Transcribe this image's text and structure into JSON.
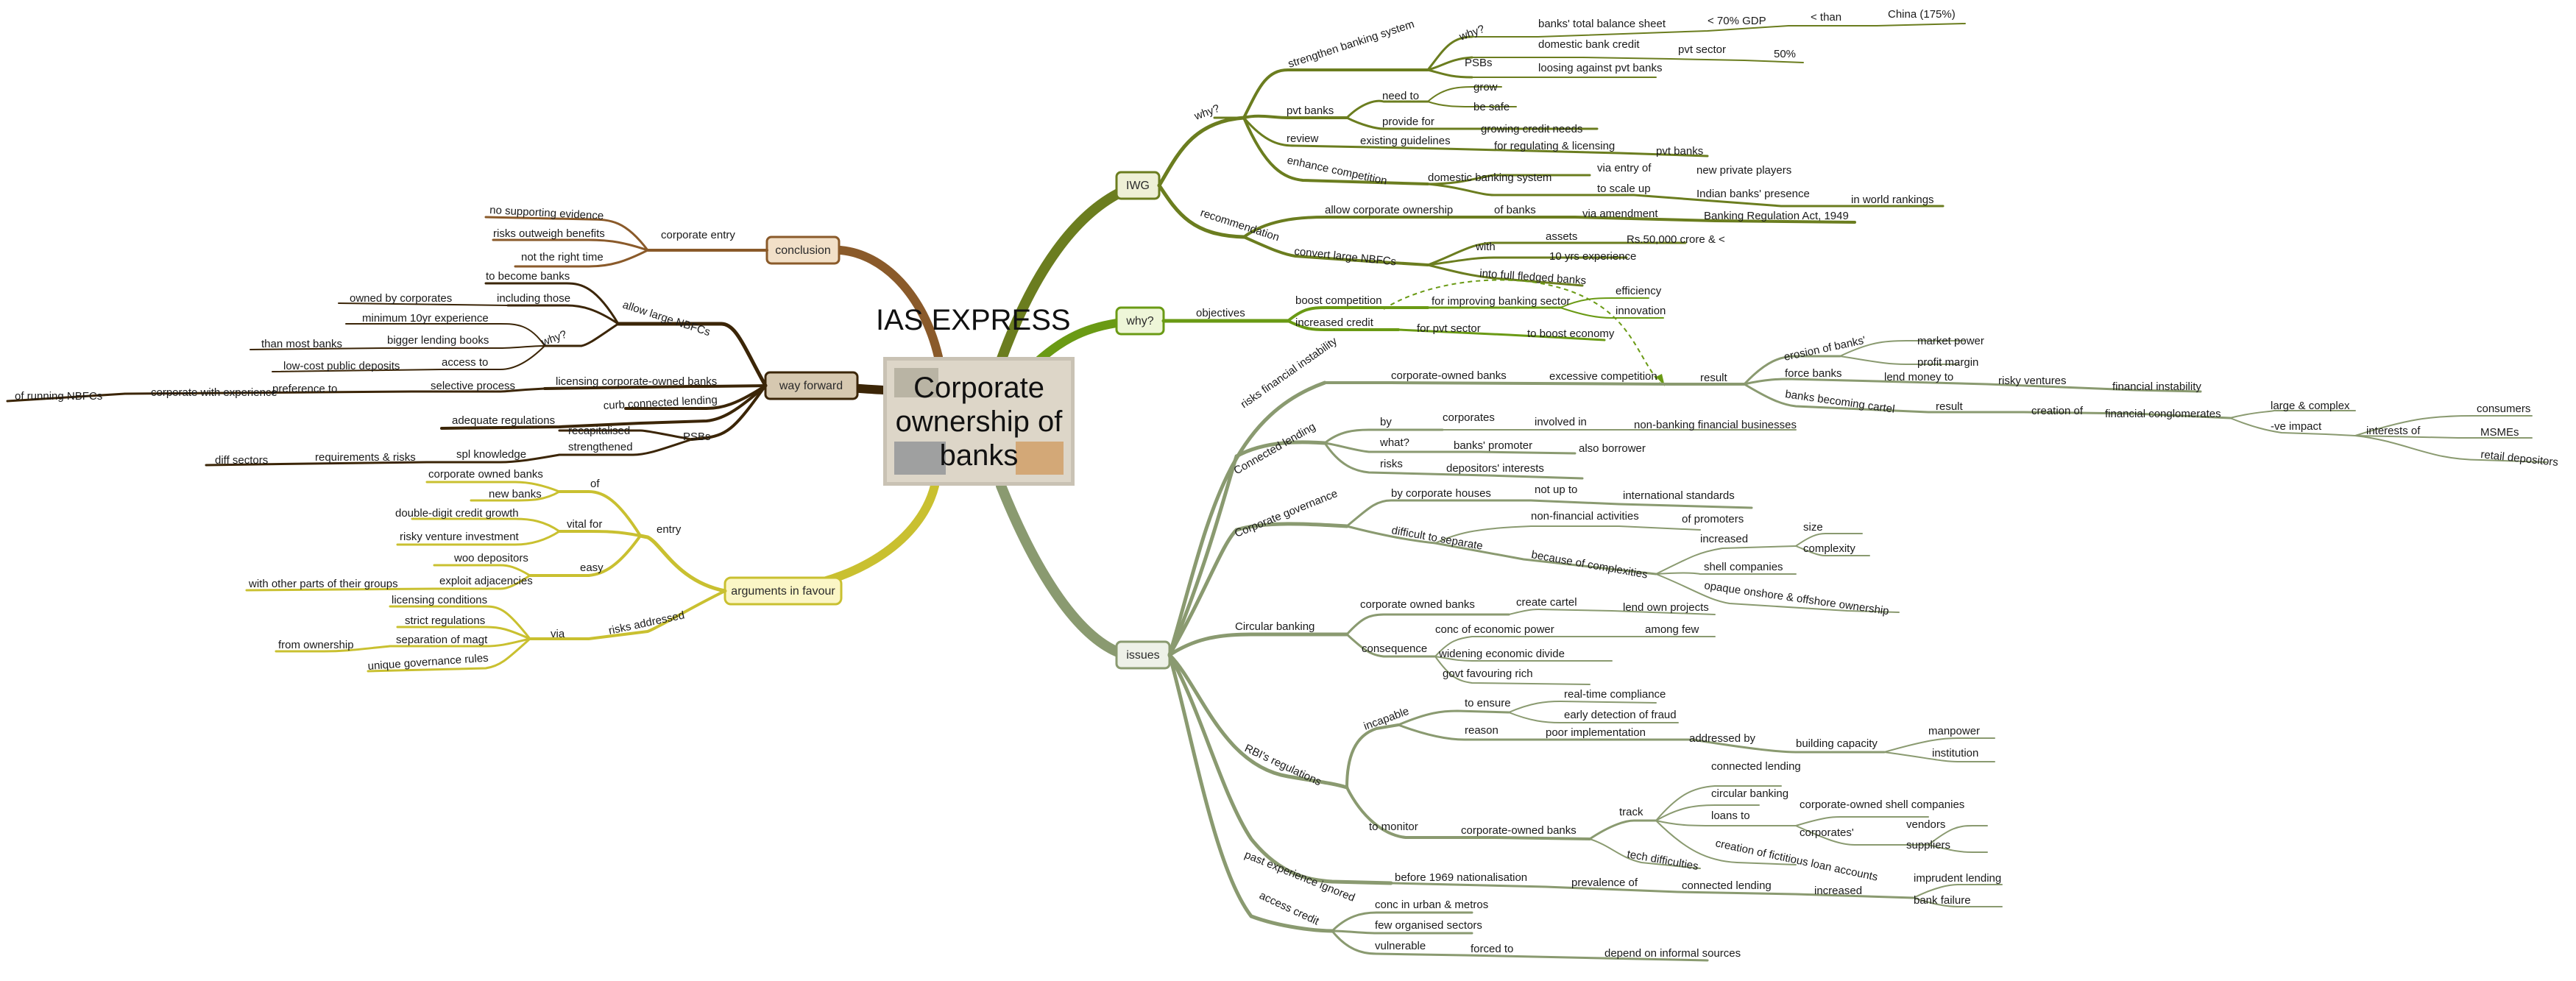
{
  "site_title": "IAS EXPRESS",
  "central": {
    "lines": [
      "Corporate",
      "ownership of",
      "banks"
    ]
  },
  "colors": {
    "iwg": "#6b7d1f",
    "why": "#6a9a14",
    "issues": "#8a9a70",
    "args": "#c9c030",
    "way": "#3b2507",
    "conc": "#8a5a2a",
    "conc_fill": "#f2e0c8",
    "way_fill": "#d6c8b0",
    "args_fill": "#fbf6c6",
    "iwg_fill": "#eef0d6",
    "why_fill": "#eef6d8",
    "issues_fill": "#eef1e8"
  },
  "topics": {
    "iwg": "IWG",
    "why": "why?",
    "issues": "issues",
    "args": "arguments in favour",
    "way": "way forward",
    "conc": "conclusion"
  },
  "labels": {
    "iwg_why": "why?",
    "strengthen": "strengthen banking system",
    "why2": "why?",
    "balance_sheet": "banks' total balance sheet",
    "gdp": "< 70% GDP",
    "lt": "< than",
    "china": "China (175%)",
    "dom_credit": "domestic bank credit",
    "pvt_sector": "pvt sector",
    "fifty": "50%",
    "psbs": "PSBs",
    "loosing": "loosing against pvt banks",
    "pvt_banks": "pvt banks",
    "need_to": "need to",
    "grow": "grow",
    "be_safe": "be safe",
    "provide_for": "provide for",
    "growing_credit": "growing credit needs",
    "review": "review",
    "existing": "existing guidelines",
    "reg_lic": "for regulating & licensing",
    "pvt_banks2": "pvt banks",
    "enhance": "enhance competition",
    "dom_bank_sys": "domestic banking system",
    "via_entry": "via entry of",
    "new_private": "new private players",
    "to_scale": "to scale up",
    "presence": "Indian banks' presence",
    "world": "in world rankings",
    "recommendation": "recommendation",
    "allow_corp": "allow corporate ownership",
    "of_banks": "of banks",
    "via_amend": "via amendment",
    "br_act": "Banking Regulation Act, 1949",
    "convert": "convert large NBFCs",
    "with": "with",
    "assets": "assets",
    "rs50": "Rs.50,000 crore & <",
    "ten_yrs": "10 yrs experience",
    "into_full": "into full fledged banks",
    "objectives": "objectives",
    "boost_comp": "boost competition",
    "improving": "for improving banking sector",
    "efficiency": "efficiency",
    "innovation": "innovation",
    "inc_credit": "increased credit",
    "for_pvt": "for pvt sector",
    "boost_economy": "to boost economy",
    "risks_fin": "risks financial instability",
    "corp_owned": "corporate-owned banks",
    "excess_comp": "excessive competition",
    "result": "result",
    "erosion": "erosion of banks'",
    "market_power": "market power",
    "profit_margin": "profit margin",
    "force_banks": "force banks",
    "lend_money": "lend money to",
    "risky_ventures": "risky ventures",
    "fin_instab": "financial instability",
    "cartel": "banks becoming cartel",
    "result2": "result",
    "creation_of": "creation of",
    "fin_conglom": "financial conglomerates",
    "large_complex": "large & complex",
    "neg_impact": "-ve impact",
    "interests_of": "interests of",
    "consumers": "consumers",
    "msmes": "MSMEs",
    "retail_dep": "retail depositors",
    "connected": "Connected lending",
    "by": "by",
    "corporates": "corporates",
    "involved_in": "involved in",
    "non_banking": "non-banking financial businesses",
    "what": "what?",
    "promoter": "banks' promoter",
    "also_borrower": "also borrower",
    "risks": "risks",
    "dep_interests": "depositors' interests",
    "corp_gov": "Corporate governance",
    "by_corp_houses": "by corporate houses",
    "not_up_to": "not up to",
    "intl_std": "international standards",
    "difficult": "difficult to separate",
    "non_fin": "non-financial activities",
    "of_promoters": "of promoters",
    "because": "because of complexities",
    "increased": "increased",
    "size": "size",
    "complexity": "complexity",
    "shell": "shell companies",
    "opaque": "opaque onshore & offshore ownership",
    "circular": "Circular banking",
    "corp_owned_banks": "corporate owned banks",
    "create_cartel": "create cartel",
    "lend_own": "lend own projects",
    "consequence": "consequence",
    "conc_power": "conc of economic power",
    "among_few": "among few",
    "widening": "widening economic divide",
    "govt_fav": "govt favouring rich",
    "rbi_reg": "RBI's regulations",
    "incapable": "incapable",
    "to_ensure": "to ensure",
    "realtime": "real-time compliance",
    "early_det": "early detection of fraud",
    "reason": "reason",
    "poor_impl": "poor implementation",
    "addressed_by": "addressed by",
    "building_cap": "building capacity",
    "manpower": "manpower",
    "institution": "institution",
    "to_monitor": "to monitor",
    "corp_owned_b2": "corporate-owned banks",
    "track": "track",
    "conn_lending": "connected lending",
    "circ_banking": "circular banking",
    "loans_to": "loans to",
    "corp_shell": "corporate-owned shell companies",
    "corporates2": "corporates'",
    "vendors": "vendors",
    "suppliers": "suppliers",
    "fictitious": "creation of fictitious loan accounts",
    "tech_diff": "tech difficulties",
    "past_exp": "past experience ignored",
    "before_1969": "before 1969 nationalisation",
    "prevalence": "prevalence of",
    "conn_lending2": "connected lending",
    "increased2": "increased",
    "imprudent": "imprudent lending",
    "bank_failure": "bank failure",
    "access_credit": "access credit",
    "conc_urban": "conc in urban & metros",
    "few_org": "few organised sectors",
    "vulnerable": "vulnerable",
    "forced_to": "forced to",
    "informal": "depend on informal sources",
    "corp_entry": "corporate entry",
    "no_support": "no supporting evidence",
    "risks_outweigh": "risks outweigh benefits",
    "not_right": "not the right time",
    "allow_large": "allow large NBFCs",
    "to_become": "to become banks",
    "incl_those": "including those",
    "owned_by": "owned by corporates",
    "why_w": "why?",
    "min_10yr": "minimum 10yr experience",
    "bigger_books": "bigger lending books",
    "than_most": "than most banks",
    "access_to": "access to",
    "low_cost": "low-cost public deposits",
    "licensing": "licensing corporate-owned banks",
    "selective": "selective process",
    "preference": "preference to",
    "corp_exp": "corporate with experience",
    "running": "of running NBFCs",
    "curb": "curb connected lending",
    "adequate": "adequate regulations",
    "psbs_w": "PSBs",
    "recap": "recapitalised",
    "strengthened": "strengthened",
    "spl_knowledge": "spl knowledge",
    "req_risks": "requirements & risks",
    "diff_sectors": "diff sectors",
    "entry": "entry",
    "of_a": "of",
    "corp_owned_a": "corporate owned banks",
    "new_banks": "new banks",
    "vital_for": "vital for",
    "double_digit": "double-digit credit growth",
    "risky_inv": "risky venture investment",
    "easy": "easy",
    "woo": "woo depositors",
    "exploit": "exploit adjacencies",
    "other_parts": "with other parts of their groups",
    "risks_addr": "risks addressed",
    "via": "via",
    "licensing_cond": "licensing conditions",
    "strict": "strict regulations",
    "separation": "separation of magt",
    "from_ownership": "from ownership",
    "unique_gov": "unique governance rules"
  }
}
